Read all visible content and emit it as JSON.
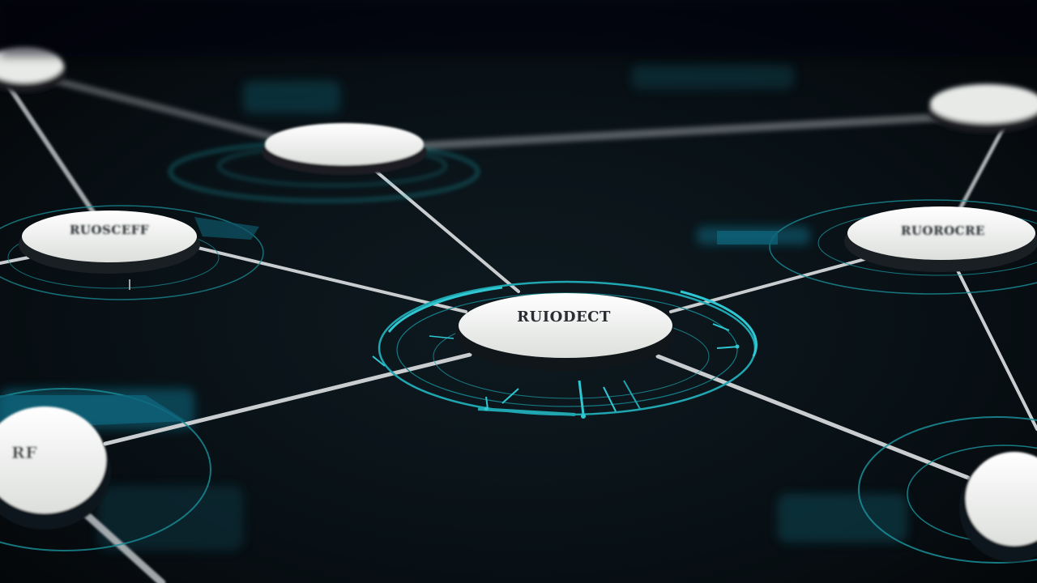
{
  "scene": {
    "colors": {
      "background": "#06090c",
      "node_face": "#eef0ee",
      "node_rim": "#1a1f24",
      "connector": "#c9cdd0",
      "accent": "#1fa6b0"
    },
    "nodes": [
      {
        "id": "top-left-corner",
        "label": ""
      },
      {
        "id": "upper-center",
        "label": ""
      },
      {
        "id": "upper-right",
        "label": ""
      },
      {
        "id": "mid-left",
        "label": "RUOSCEFF"
      },
      {
        "id": "center",
        "label": "RUIODECT"
      },
      {
        "id": "mid-right",
        "label": "RUOROCRE"
      },
      {
        "id": "lower-left",
        "label": "RF"
      },
      {
        "id": "lower-right",
        "label": ""
      }
    ]
  }
}
